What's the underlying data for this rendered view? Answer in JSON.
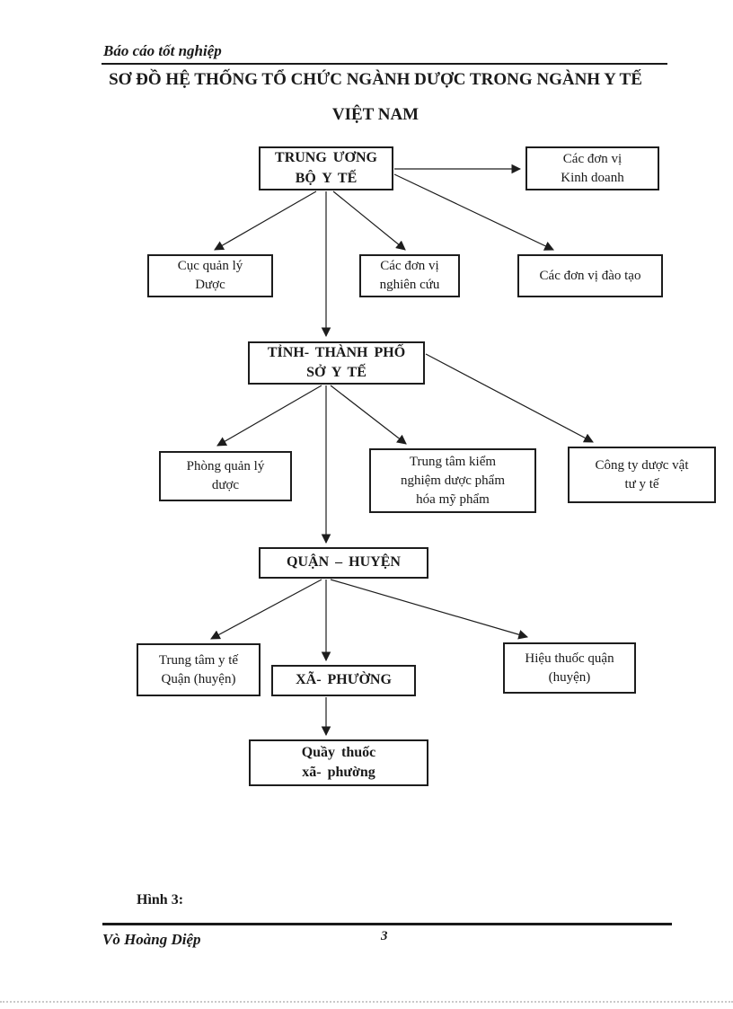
{
  "page": {
    "header": {
      "running_title": "Báo cáo tốt nghiệp"
    },
    "title": {
      "line1": "SƠ ĐỒ HỆ THỐNG TỔ CHỨC NGÀNH DƯỢC TRONG NGÀNH Y TẾ",
      "line2": "VIỆT NAM"
    },
    "caption": "Hình 3:",
    "footer": {
      "author": "Vò Hoàng Diệp",
      "page_number": "3"
    }
  },
  "diagram": {
    "boxes": {
      "trung_uong": {
        "text": "TRUNG ƯƠNG\nBỘ Y TẾ"
      },
      "kinh_doanh": {
        "text": "Các đơn vị\nKinh doanh"
      },
      "cuc_quan_ly_duoc": {
        "text": "Cục quản lý\nDược"
      },
      "don_vi_nghien_cuu": {
        "text": "Các đơn vị\nnghiên cứu"
      },
      "don_vi_dao_tao": {
        "text": "Các đơn vị đào tạo"
      },
      "tinh_thanh_pho": {
        "text": "TỈNH- THÀNH PHỐ\nSỞ Y TẾ"
      },
      "phong_quan_ly_duoc": {
        "text": "Phòng quản lý\ndược"
      },
      "trung_tam_kiem_nghiem": {
        "text": "Trung tâm kiểm\nnghiệm dược phẩm\nhóa mỹ phẩm"
      },
      "cong_ty_duoc": {
        "text": "Công ty dược vật\ntư y tế"
      },
      "quan_huyen": {
        "text": "QUẬN – HUYỆN"
      },
      "trung_tam_y_te": {
        "text": "Trung tâm y tế\nQuận (huyện)"
      },
      "xa_phuong": {
        "text": "XÃ- PHƯỜNG"
      },
      "hieu_thuoc_quan": {
        "text": "Hiệu thuốc quận\n(huyện)"
      },
      "quay_thuoc": {
        "text": "Quầy thuốc\nxã- phường"
      }
    },
    "connections": [
      {
        "from": "trung_uong",
        "to": "kinh_doanh"
      },
      {
        "from": "trung_uong",
        "to": "cuc_quan_ly_duoc"
      },
      {
        "from": "trung_uong",
        "to": "don_vi_nghien_cuu"
      },
      {
        "from": "trung_uong",
        "to": "don_vi_dao_tao"
      },
      {
        "from": "trung_uong",
        "to": "tinh_thanh_pho"
      },
      {
        "from": "tinh_thanh_pho",
        "to": "phong_quan_ly_duoc"
      },
      {
        "from": "tinh_thanh_pho",
        "to": "trung_tam_kiem_nghiem"
      },
      {
        "from": "tinh_thanh_pho",
        "to": "cong_ty_duoc"
      },
      {
        "from": "tinh_thanh_pho",
        "to": "quan_huyen"
      },
      {
        "from": "quan_huyen",
        "to": "trung_tam_y_te"
      },
      {
        "from": "quan_huyen",
        "to": "xa_phuong"
      },
      {
        "from": "quan_huyen",
        "to": "hieu_thuoc_quan"
      },
      {
        "from": "xa_phuong",
        "to": "quay_thuoc"
      }
    ]
  },
  "colors": {
    "ink": "#1a1a1a",
    "line": "#1d1d1d",
    "background": "#ffffff"
  }
}
